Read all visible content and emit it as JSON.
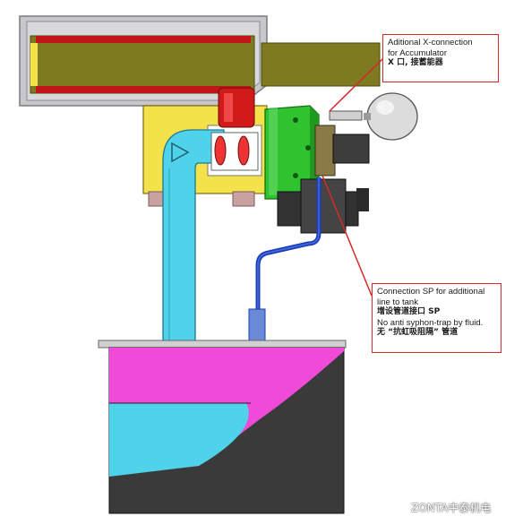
{
  "callouts": {
    "accumulator": {
      "en_line1": "Aditional X-connection",
      "en_line2": "for Accumulator",
      "zh": "X 口, 接蓄能器"
    },
    "tank_line": {
      "en_line1": "Connection SP for additional",
      "en_line2": "line to tank",
      "zh_line1": "增设管道接口 SP",
      "en_line3": "No anti syphon-trap by fluid.",
      "zh_line2": "无 “抗虹吸阻隔” 管道"
    }
  },
  "watermark": {
    "text": "ZONTA中泰机电"
  },
  "colors": {
    "housing_gray": "#c8c8cc",
    "cylinder_olive": "#7d7a1f",
    "cylinder_red": "#c0161a",
    "yellow_block": "#f4e24a",
    "pipe_cyan": "#4fd3ea",
    "valve_green": "#2fc32f",
    "fluid_magenta": "#f04bd8",
    "tank_dark": "#3a3a3a",
    "callout_red": "#d42a2a",
    "hose_blue": "#1b3fb8"
  }
}
